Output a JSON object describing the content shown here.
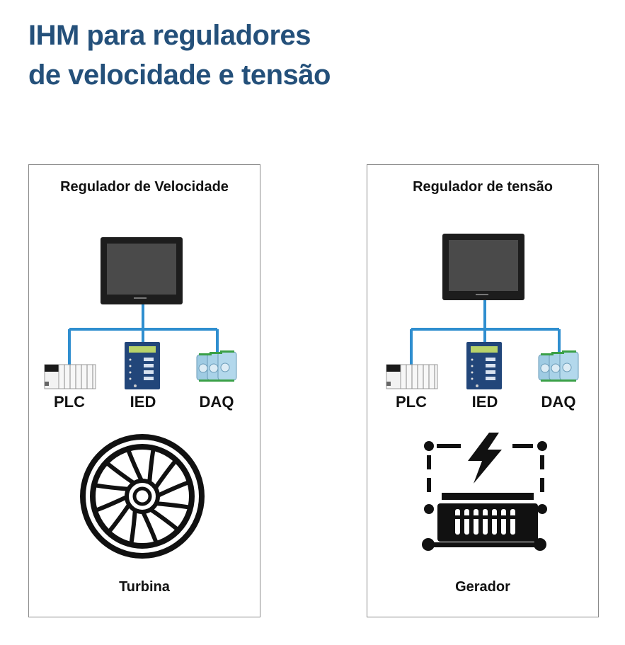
{
  "title": {
    "line1": "IHM para reguladores",
    "line2": "de velocidade e tensão"
  },
  "colors": {
    "title": "#24507a",
    "connector": "#2f8ecf",
    "hmi_frame": "#1d1d1d",
    "hmi_screen": "#4a4a4a",
    "ied_body": "#22467a",
    "daq_body": "#9fcbe3"
  },
  "panels": [
    {
      "title": "Regulador de Velocidade",
      "devices": {
        "plc": "PLC",
        "ied": "IED",
        "daq": "DAQ"
      },
      "icon": "turbine-icon",
      "caption": "Turbina"
    },
    {
      "title": "Regulador de tensão",
      "devices": {
        "plc": "PLC",
        "ied": "IED",
        "daq": "DAQ"
      },
      "icon": "generator-icon",
      "caption": "Gerador"
    }
  ]
}
